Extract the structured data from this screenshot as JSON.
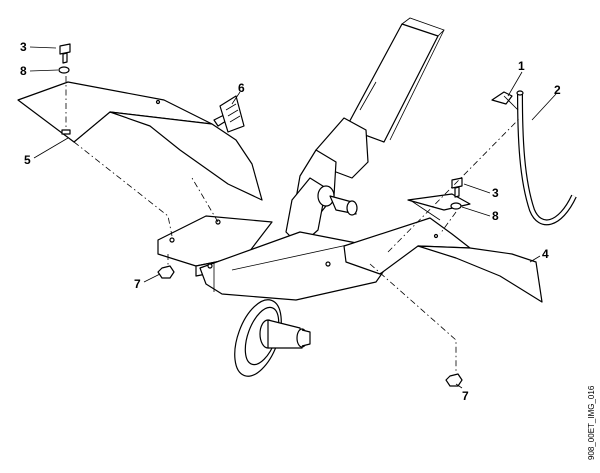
{
  "callouts": {
    "c1": "1",
    "c2": "2",
    "c3a": "3",
    "c3b": "3",
    "c4": "4",
    "c5": "5",
    "c6": "6",
    "c7a": "7",
    "c7b": "7",
    "c8a": "8",
    "c8b": "8"
  },
  "drawing_code": "908_00ET_IMG_016"
}
